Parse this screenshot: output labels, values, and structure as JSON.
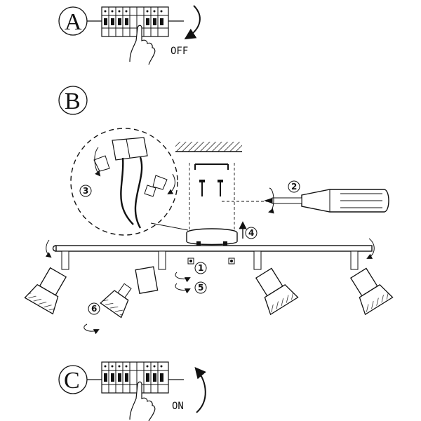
{
  "steps": {
    "a": {
      "letter": "A",
      "action": "OFF"
    },
    "b": {
      "letter": "B"
    },
    "c": {
      "letter": "C",
      "action": "ON"
    }
  },
  "callouts": [
    "1",
    "2",
    "3",
    "4",
    "5",
    "6"
  ],
  "colors": {
    "ink": "#111111",
    "paper": "#ffffff"
  },
  "icons": [
    "breaker-panel-icon",
    "hand-icon",
    "screwdriver-icon",
    "spotlight-icon",
    "bulb-icon",
    "wire-connector-icon"
  ]
}
